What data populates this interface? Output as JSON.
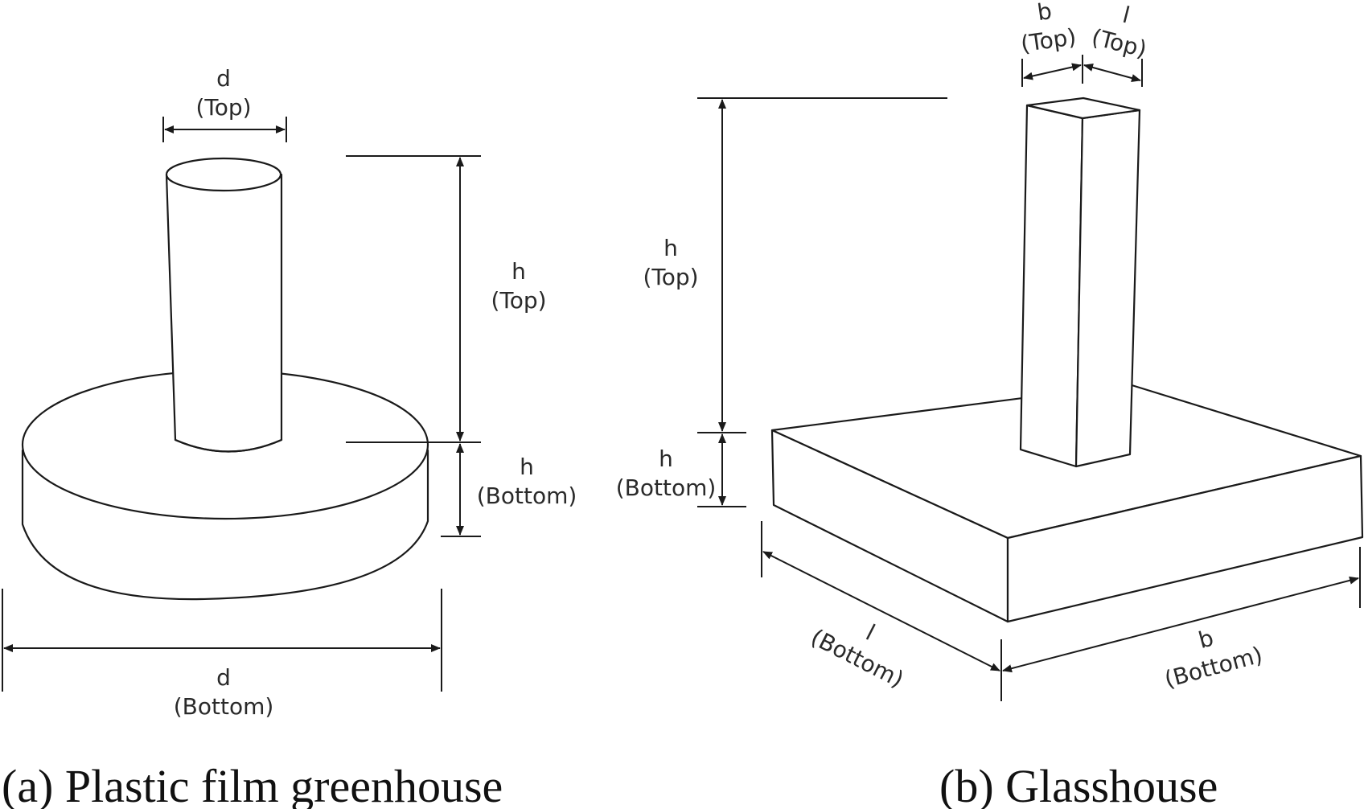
{
  "panel_a": {
    "caption": "(a)  Plastic  film  greenhouse",
    "d_top": [
      "d",
      "(Top)"
    ],
    "h_top": [
      "h",
      "(Top)"
    ],
    "h_bottom": [
      "h",
      "(Bottom)"
    ],
    "d_bottom": [
      "d",
      "(Bottom)"
    ]
  },
  "panel_b": {
    "caption": "(b)  Glasshouse",
    "b_top": [
      "b",
      "(Top)"
    ],
    "l_top": [
      "l",
      "(Top)"
    ],
    "h_top": [
      "h",
      "(Top)"
    ],
    "h_bottom": [
      "h",
      "(Bottom)"
    ],
    "l_bottom": [
      "l",
      "(Bottom)"
    ],
    "b_bottom": [
      "b",
      "(Bottom)"
    ]
  }
}
